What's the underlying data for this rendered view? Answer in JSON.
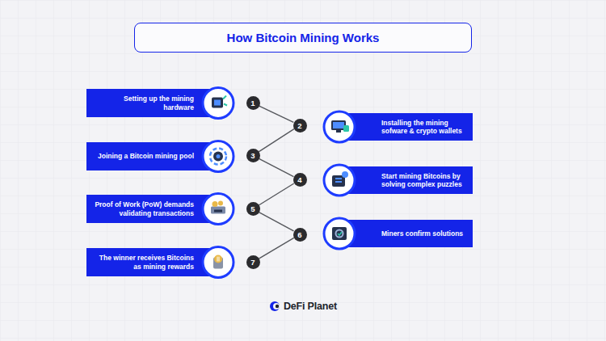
{
  "diagram": {
    "title": "How Bitcoin Mining Works",
    "nodes": [
      {
        "text": [
          "Setting up the mining hardware"
        ]
      },
      {
        "text": [
          "1"
        ]
      },
      {
        "text": [
          "Installing the mining sofware & crypto wallets"
        ]
      },
      {
        "text": [
          "2"
        ]
      },
      {
        "text": [
          "Joining a Bitcoin mining pool"
        ]
      },
      {
        "text": [
          "3"
        ]
      },
      {
        "text": [
          "Start mining Bitcoins by solving complex puzzles"
        ]
      },
      {
        "text": [
          "4"
        ]
      },
      {
        "text": [
          "Proof of Work (PoW) demands validating transactions"
        ]
      },
      {
        "text": [
          "5"
        ]
      },
      {
        "text": [
          "Miners confirm solutions"
        ]
      },
      {
        "text": [
          "6"
        ]
      },
      {
        "text": [
          "The winner receives Bitcoins as mining rewards"
        ]
      },
      {
        "text": [
          "7"
        ]
      }
    ],
    "edges": [
      {
        "from": 1,
        "to": 3,
        "arrow": "none"
      },
      {
        "from": 3,
        "to": 5,
        "arrow": "none"
      },
      {
        "from": 5,
        "to": 7,
        "arrow": "none"
      },
      {
        "from": 7,
        "to": 9,
        "arrow": "none"
      },
      {
        "from": 9,
        "to": 11,
        "arrow": "none"
      },
      {
        "from": 11,
        "to": 13,
        "arrow": "none"
      }
    ],
    "labels": [
      "DeFi Planet"
    ]
  }
}
